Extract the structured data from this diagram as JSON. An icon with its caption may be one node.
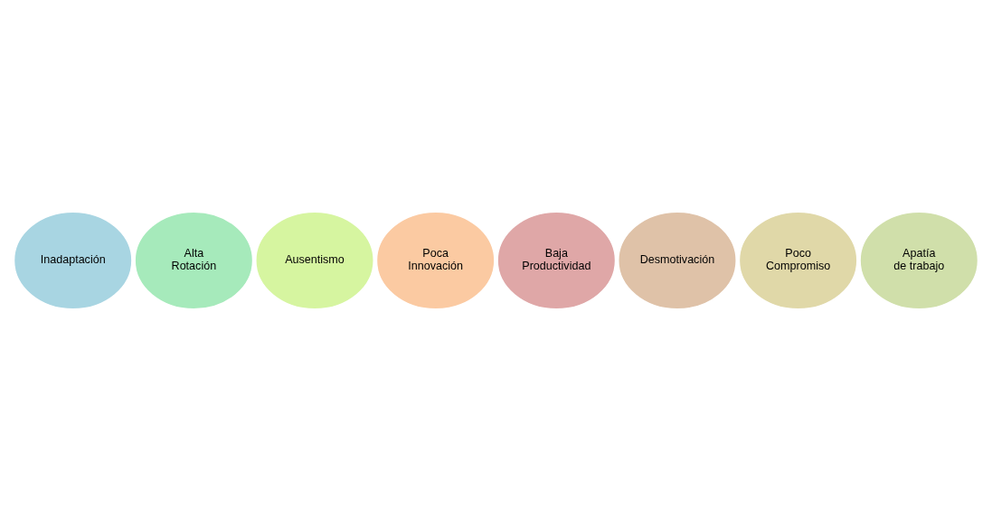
{
  "diagram": {
    "nodes": [
      {
        "text": [
          "Inadaptación"
        ]
      },
      {
        "text": [
          "Alta Rotación"
        ]
      },
      {
        "text": [
          "Ausentismo"
        ]
      },
      {
        "text": [
          "Poca Innovación"
        ]
      },
      {
        "text": [
          "Baja Productividad"
        ]
      },
      {
        "text": [
          "Desmotivación"
        ]
      },
      {
        "text": [
          "Poco Compromiso"
        ]
      },
      {
        "text": [
          "Apatía de trabajo"
        ]
      }
    ]
  }
}
